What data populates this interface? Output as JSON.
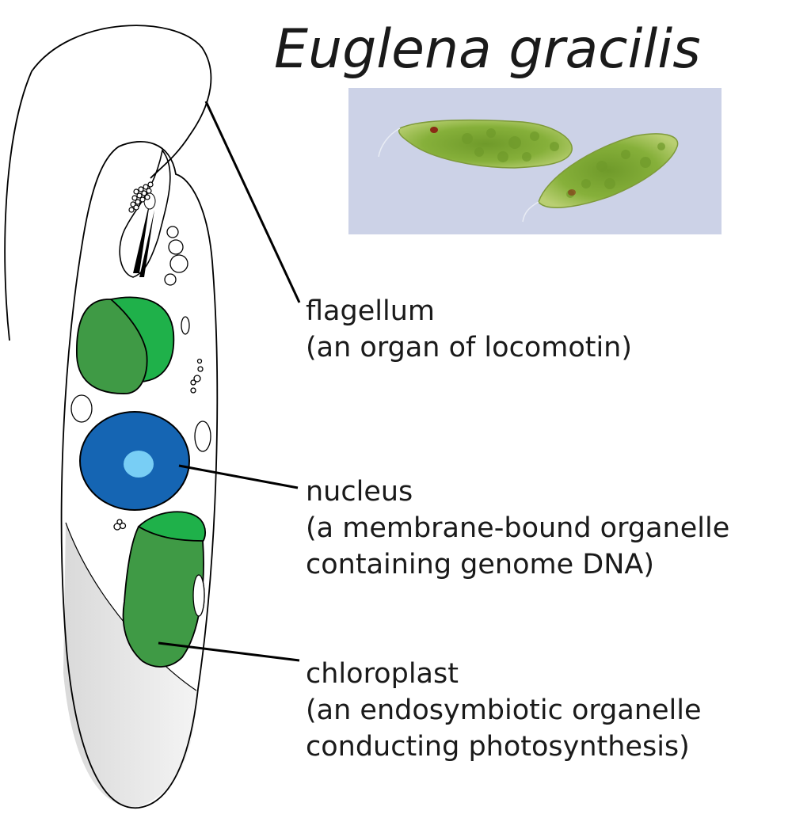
{
  "title": "Euglena gracilis",
  "labels": {
    "flagellum": {
      "name": "flagellum",
      "description": "(an organ of locomotin)"
    },
    "nucleus": {
      "name": "nucleus",
      "description_line1": "(a membrane-bound organelle",
      "description_line2": "containing genome DNA)"
    },
    "chloroplast": {
      "name": "chloroplast",
      "description_line1": "(an endosymbiotic organelle",
      "description_line2": "conducting photosynthesis)"
    }
  },
  "colors": {
    "chloroplast_dark": "#3f9a45",
    "chloroplast_light": "#1fb14a",
    "nucleus": "#1565b3",
    "nucleolus": "#78cef5",
    "photo_background": "#c8cfe4",
    "outline": "#000000"
  }
}
